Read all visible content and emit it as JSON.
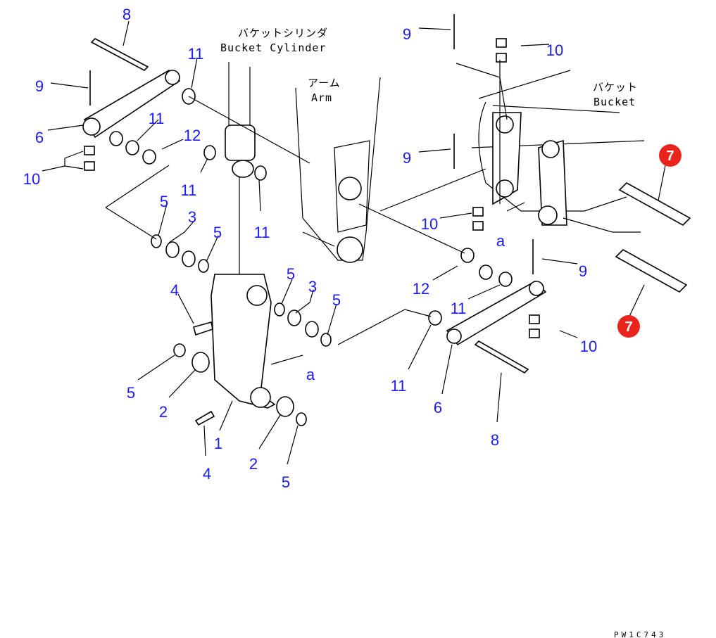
{
  "diagram": {
    "captions": {
      "bucket_cylinder_jp": "バケットシリンダ",
      "bucket_cylinder_en": "Bucket Cylinder",
      "arm_jp": "アーム",
      "arm_en": "Arm",
      "bucket_jp": "バケット",
      "bucket_en": "Bucket"
    },
    "callouts": [
      "8",
      "9",
      "6",
      "10",
      "11",
      "11",
      "12",
      "11",
      "5",
      "3",
      "5",
      "11",
      "4",
      "5",
      "2",
      "1",
      "4",
      "2",
      "5",
      "5",
      "3",
      "5",
      "a",
      "9",
      "10",
      "9",
      "10",
      "a",
      "9",
      "12",
      "11",
      "10",
      "11",
      "6",
      "8"
    ],
    "highlighted_callouts": [
      "7",
      "7"
    ],
    "highlight_color": "#e8241c",
    "callout_color": "#1a1aff",
    "figure_code": "PW1C743"
  }
}
